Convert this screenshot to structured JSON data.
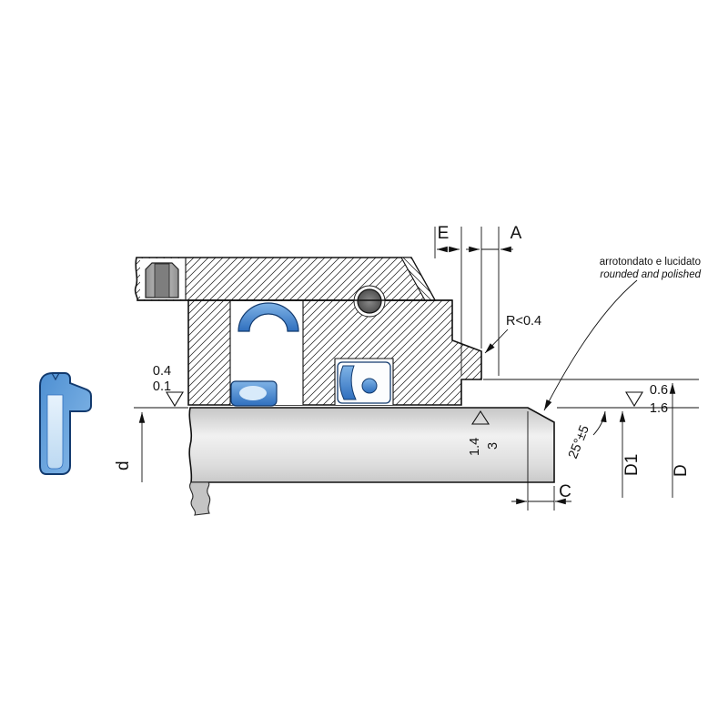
{
  "drawing": {
    "dimensions": {
      "E": "E",
      "A": "A",
      "C": "C",
      "d": "d",
      "D": "D",
      "D1": "D1"
    },
    "notes": {
      "radius": "R<0.4",
      "chamfer_angle": "25°±5",
      "finish_it": "arrotondato e lucidato",
      "finish_en": "rounded and polished"
    },
    "surface_finish": {
      "housing_left_top": "0.4",
      "housing_left_bottom": "0.1",
      "bore_right_top": "0.6",
      "bore_right_bottom": "1.6",
      "rod_top": "1.4",
      "rod_bottom": "3"
    },
    "colors": {
      "seal_blue": "#3f85d0",
      "seal_blue_dark": "#123a6e",
      "seal_blue_light": "#d8eafa",
      "rod_gray": "#d9d9d9",
      "oring_gray": "#5a5a5a",
      "line": "#111111",
      "hatch": "#1c1c1c"
    }
  }
}
